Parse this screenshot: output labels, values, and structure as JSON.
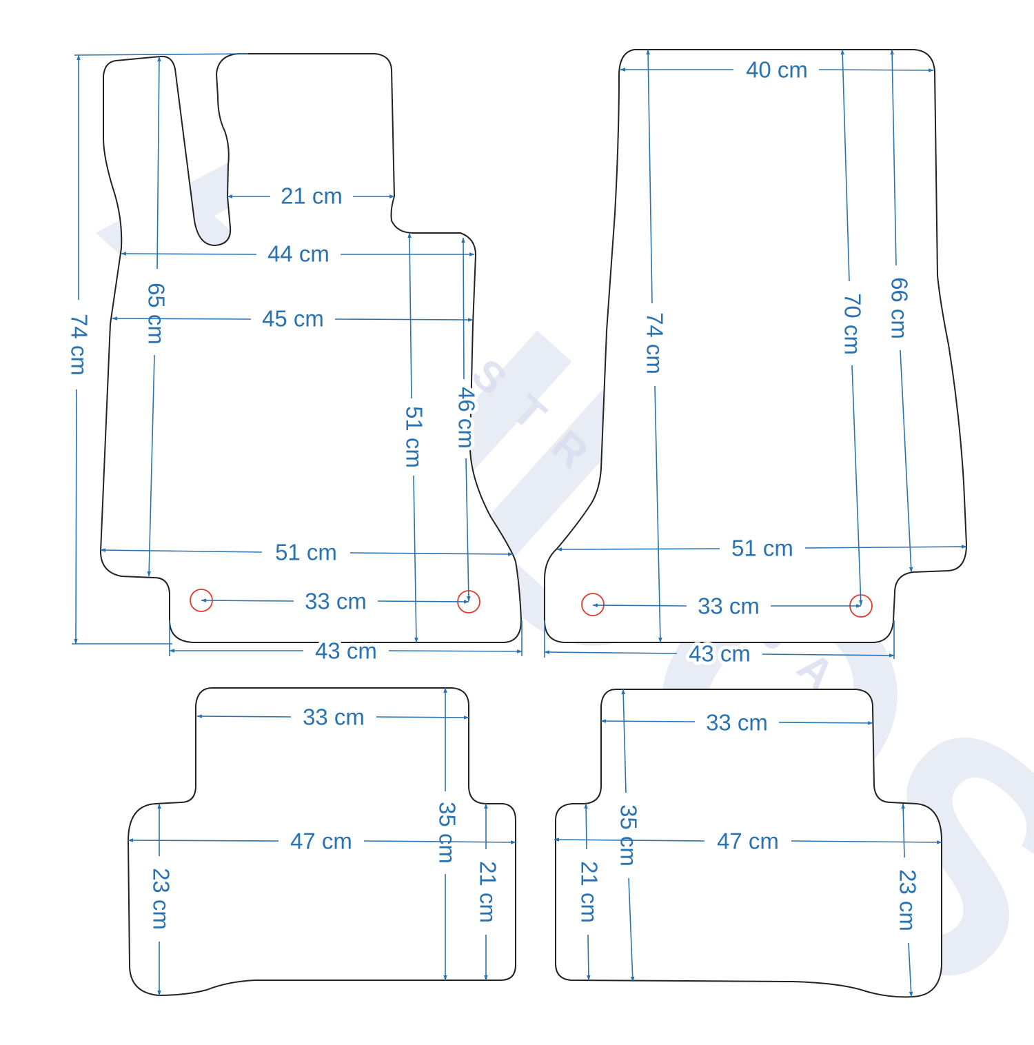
{
  "watermark": {
    "logo": "AUDOS",
    "text": "DYSTRYBUCJA"
  },
  "colors": {
    "dimension": "#2a72b0",
    "outline": "#222222",
    "hole": "#e23a2c",
    "watermark": "#dfe5f2"
  },
  "mats": {
    "front_left": {
      "d1": "74 cm",
      "d2": "65 cm",
      "d3": "21 cm",
      "d4": "44 cm",
      "d5": "45 cm",
      "d6": "51 cm",
      "d7": "46 cm",
      "d8": "51 cm",
      "d9": "33 cm",
      "d10": "43 cm"
    },
    "front_right": {
      "d1": "40 cm",
      "d2": "74 cm",
      "d3": "70 cm",
      "d4": "66 cm",
      "d5": "51 cm",
      "d6": "33 cm",
      "d7": "43 cm"
    },
    "rear_left": {
      "d1": "33 cm",
      "d2": "35 cm",
      "d3": "47 cm",
      "d4": "23 cm",
      "d5": "21 cm"
    },
    "rear_right": {
      "d1": "33 cm",
      "d2": "35 cm",
      "d3": "47 cm",
      "d4": "21 cm",
      "d5": "23 cm"
    }
  }
}
